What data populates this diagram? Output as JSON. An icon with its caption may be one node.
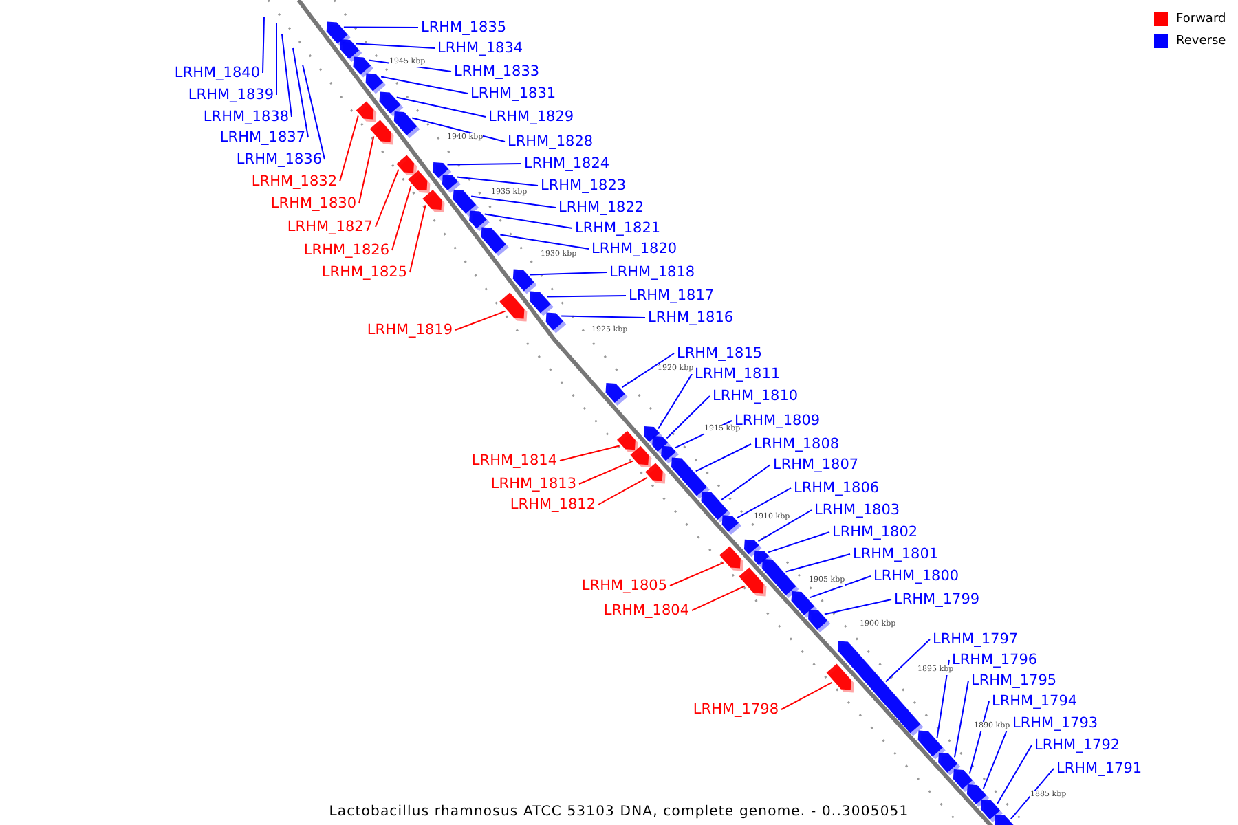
{
  "diagram": {
    "caption": "Lactobacillus rhamnosus ATCC 53103 DNA, complete genome. - 0..3005051",
    "nodes": [
      {
        "text": [
          "LRHM_1835"
        ]
      },
      {
        "text": [
          "LRHM_1834"
        ]
      },
      {
        "text": [
          "LRHM_1833"
        ]
      },
      {
        "text": [
          "LRHM_1840"
        ]
      },
      {
        "text": [
          "LRHM_1831"
        ]
      },
      {
        "text": [
          "LRHM_1839"
        ]
      },
      {
        "text": [
          "LRHM_1838"
        ]
      },
      {
        "text": [
          "LRHM_1829"
        ]
      },
      {
        "text": [
          "LRHM_1837"
        ]
      },
      {
        "text": [
          "LRHM_1828"
        ]
      },
      {
        "text": [
          "LRHM_1836"
        ]
      },
      {
        "text": [
          "LRHM_1824"
        ]
      },
      {
        "text": [
          "LRHM_1832"
        ]
      },
      {
        "text": [
          "LRHM_1823"
        ]
      },
      {
        "text": [
          "LRHM_1830"
        ]
      },
      {
        "text": [
          "LRHM_1822"
        ]
      },
      {
        "text": [
          "LRHM_1827"
        ]
      },
      {
        "text": [
          "LRHM_1821"
        ]
      },
      {
        "text": [
          "LRHM_1820"
        ]
      },
      {
        "text": [
          "LRHM_1826"
        ]
      },
      {
        "text": [
          "LRHM_1818"
        ]
      },
      {
        "text": [
          "LRHM_1825"
        ]
      },
      {
        "text": [
          "LRHM_1817"
        ]
      },
      {
        "text": [
          "LRHM_1816"
        ]
      },
      {
        "text": [
          "LRHM_1819"
        ]
      },
      {
        "text": [
          "LRHM_1815"
        ]
      },
      {
        "text": [
          "LRHM_1811"
        ]
      },
      {
        "text": [
          "LRHM_1810"
        ]
      },
      {
        "text": [
          "LRHM_1809"
        ]
      },
      {
        "text": [
          "LRHM_1808"
        ]
      },
      {
        "text": [
          "LRHM_1807"
        ]
      },
      {
        "text": [
          "LRHM_1814"
        ]
      },
      {
        "text": [
          "LRHM_1813"
        ]
      },
      {
        "text": [
          "LRHM_1806"
        ]
      },
      {
        "text": [
          "LRHM_1812"
        ]
      },
      {
        "text": [
          "LRHM_1803"
        ]
      },
      {
        "text": [
          "LRHM_1802"
        ]
      },
      {
        "text": [
          "LRHM_1801"
        ]
      },
      {
        "text": [
          "LRHM_1800"
        ]
      },
      {
        "text": [
          "LRHM_1805"
        ]
      },
      {
        "text": [
          "LRHM_1799"
        ]
      },
      {
        "text": [
          "LRHM_1804"
        ]
      },
      {
        "text": [
          "LRHM_1797"
        ]
      },
      {
        "text": [
          "LRHM_1796"
        ]
      },
      {
        "text": [
          "LRHM_1795"
        ]
      },
      {
        "text": [
          "LRHM_1798"
        ]
      },
      {
        "text": [
          "LRHM_1794"
        ]
      },
      {
        "text": [
          "LRHM_1793"
        ]
      },
      {
        "text": [
          "LRHM_1792"
        ]
      },
      {
        "text": [
          "LRHM_1791"
        ]
      },
      {
        "text": [],
        "shape": "arrow"
      },
      {
        "text": [],
        "shape": "arrow"
      },
      {
        "text": [],
        "shape": "arrow"
      },
      {
        "text": [],
        "shape": "arrow"
      },
      {
        "text": [],
        "shape": "arrow"
      },
      {
        "text": [],
        "shape": "arrow"
      },
      {
        "text": [],
        "shape": "arrow"
      },
      {
        "text": [],
        "shape": "arrow"
      },
      {
        "text": [],
        "shape": "arrow"
      },
      {
        "text": [],
        "shape": "arrow"
      },
      {
        "text": [],
        "shape": "arrow"
      },
      {
        "text": [],
        "shape": "arrow"
      },
      {
        "text": [],
        "shape": "arrow"
      },
      {
        "text": [],
        "shape": "arrow"
      },
      {
        "text": [],
        "shape": "arrow"
      },
      {
        "text": [],
        "shape": "arrow"
      },
      {
        "text": [],
        "shape": "arrow"
      },
      {
        "text": [],
        "shape": "arrow"
      },
      {
        "text": [],
        "shape": "arrow"
      },
      {
        "text": [],
        "shape": "arrow"
      },
      {
        "text": [],
        "shape": "arrow"
      },
      {
        "text": [],
        "shape": "arrow"
      },
      {
        "text": [],
        "shape": "arrow"
      },
      {
        "text": [],
        "shape": "arrow"
      },
      {
        "text": [],
        "shape": "arrow"
      },
      {
        "text": [],
        "shape": "arrow"
      },
      {
        "text": [],
        "shape": "arrow"
      },
      {
        "text": [],
        "shape": "arrow"
      },
      {
        "text": [],
        "shape": "arrow"
      },
      {
        "text": [],
        "shape": "arrow"
      },
      {
        "text": [],
        "shape": "arrow"
      },
      {
        "text": [],
        "shape": "arrow"
      },
      {
        "text": [],
        "shape": "arrow"
      },
      {
        "text": [],
        "shape": "arrow"
      },
      {
        "text": [],
        "shape": "arrow"
      },
      {
        "text": [],
        "shape": "arrow"
      },
      {
        "text": [],
        "shape": "arrow"
      },
      {
        "text": [],
        "shape": "arrow"
      },
      {
        "text": [],
        "shape": "arrow"
      },
      {
        "text": [],
        "shape": "arrow"
      },
      {
        "text": [],
        "shape": "arrow"
      },
      {
        "text": [],
        "shape": "arrow"
      },
      {
        "text": [],
        "shape": "arrow"
      },
      {
        "text": [],
        "shape": "arrow"
      },
      {
        "text": [],
        "shape": "arrow"
      }
    ],
    "edges": [
      {
        "from": 0,
        "to": 50,
        "arrow": "none"
      },
      {
        "from": 1,
        "to": 51,
        "arrow": "none"
      },
      {
        "from": 2,
        "to": 52,
        "arrow": "none"
      },
      {
        "from": 3,
        "to": null,
        "arrow": "none"
      },
      {
        "from": 4,
        "to": 53,
        "arrow": "none"
      },
      {
        "from": 5,
        "to": null,
        "arrow": "none"
      },
      {
        "from": 6,
        "to": null,
        "arrow": "none"
      },
      {
        "from": 7,
        "to": 54,
        "arrow": "none"
      },
      {
        "from": 8,
        "to": null,
        "arrow": "none"
      },
      {
        "from": 9,
        "to": 55,
        "arrow": "none"
      },
      {
        "from": 10,
        "to": null,
        "arrow": "none"
      },
      {
        "from": 11,
        "to": 56,
        "arrow": "none"
      },
      {
        "from": 12,
        "to": 57,
        "arrow": "none",
        "color": "#ff0000"
      },
      {
        "from": 13,
        "to": 58,
        "arrow": "none"
      },
      {
        "from": 14,
        "to": 59,
        "arrow": "none",
        "color": "#ff0000"
      },
      {
        "from": 15,
        "to": 60,
        "arrow": "none"
      },
      {
        "from": 16,
        "to": 61,
        "arrow": "none",
        "color": "#ff0000"
      },
      {
        "from": 17,
        "to": 62,
        "arrow": "none"
      },
      {
        "from": 18,
        "to": 63,
        "arrow": "none"
      },
      {
        "from": 19,
        "to": 64,
        "arrow": "none",
        "color": "#ff0000"
      },
      {
        "from": 20,
        "to": 65,
        "arrow": "none"
      },
      {
        "from": 21,
        "to": 66,
        "arrow": "none",
        "color": "#ff0000"
      },
      {
        "from": 22,
        "to": 67,
        "arrow": "none"
      },
      {
        "from": 23,
        "to": 68,
        "arrow": "none"
      },
      {
        "from": 24,
        "to": 69,
        "arrow": "none",
        "color": "#ff0000"
      },
      {
        "from": 25,
        "to": 70,
        "arrow": "none"
      },
      {
        "from": 26,
        "to": 71,
        "arrow": "none"
      },
      {
        "from": 27,
        "to": 72,
        "arrow": "none"
      },
      {
        "from": 28,
        "to": 73,
        "arrow": "none"
      },
      {
        "from": 29,
        "to": 74,
        "arrow": "none"
      },
      {
        "from": 30,
        "to": 75,
        "arrow": "none"
      },
      {
        "from": 31,
        "to": 76,
        "arrow": "none",
        "color": "#ff0000"
      },
      {
        "from": 32,
        "to": 77,
        "arrow": "none",
        "color": "#ff0000"
      },
      {
        "from": 33,
        "to": 78,
        "arrow": "none"
      },
      {
        "from": 34,
        "to": 79,
        "arrow": "none",
        "color": "#ff0000"
      },
      {
        "from": 35,
        "to": 80,
        "arrow": "none"
      },
      {
        "from": 36,
        "to": 81,
        "arrow": "none"
      },
      {
        "from": 37,
        "to": 82,
        "arrow": "none"
      },
      {
        "from": 38,
        "to": 83,
        "arrow": "none"
      },
      {
        "from": 39,
        "to": 84,
        "arrow": "none",
        "color": "#ff0000"
      },
      {
        "from": 40,
        "to": 85,
        "arrow": "none"
      },
      {
        "from": 41,
        "to": 86,
        "arrow": "none",
        "color": "#ff0000"
      },
      {
        "from": 42,
        "to": 87,
        "arrow": "none"
      },
      {
        "from": 43,
        "to": 88,
        "arrow": "none"
      },
      {
        "from": 44,
        "to": 89,
        "arrow": "none"
      },
      {
        "from": 45,
        "to": 90,
        "arrow": "none",
        "color": "#ff0000"
      },
      {
        "from": 46,
        "to": 91,
        "arrow": "none"
      },
      {
        "from": 47,
        "to": 92,
        "arrow": "none"
      },
      {
        "from": 48,
        "to": 93,
        "arrow": "none"
      },
      {
        "from": 49,
        "to": 94,
        "arrow": "none"
      }
    ],
    "labels": [
      "1945 kbp",
      "1940 kbp",
      "1935 kbp",
      "1930 kbp",
      "1925 kbp",
      "1920 kbp",
      "1915 kbp",
      "1910 kbp",
      "1905 kbp",
      "1900 kbp",
      "1895 kbp",
      "1890 kbp",
      "1885 kbp"
    ],
    "legend": [
      {
        "text": "Forward",
        "color": "#ff0000"
      },
      {
        "text": "Reverse",
        "color": "#0000ff"
      }
    ]
  }
}
